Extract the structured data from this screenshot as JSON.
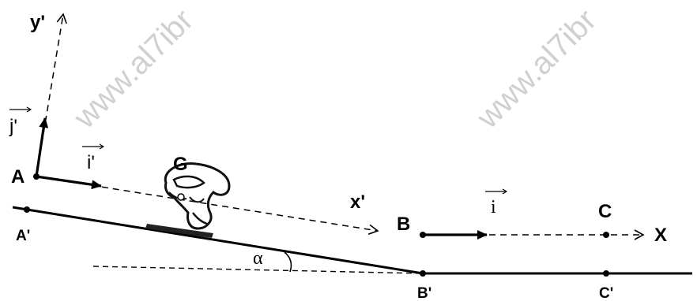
{
  "watermarks": [
    "www.al7ibr",
    "www.al7ibr"
  ],
  "labels": {
    "y_prime": "y'",
    "j_prime": "j'",
    "A": "A",
    "i_prime": "i'",
    "G": "G",
    "A_prime": "A'",
    "x_prime": "x'",
    "alpha": "α",
    "B": "B",
    "i": "i",
    "C": "C",
    "X": "X",
    "B_prime": "B'",
    "C_prime": "C'"
  },
  "icons": {
    "skier": "skier-icon"
  }
}
